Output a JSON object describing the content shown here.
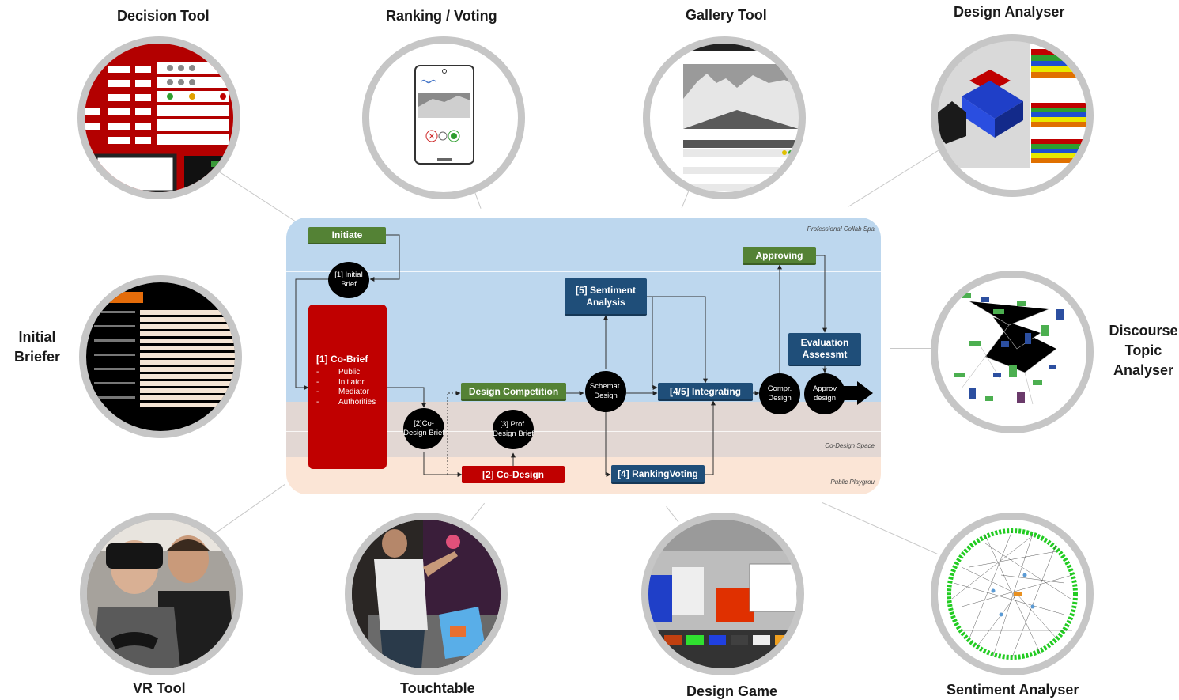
{
  "tools": {
    "decision": "Decision Tool",
    "ranking": "Ranking / Voting",
    "gallery": "Gallery Tool",
    "design_analyser": "Design Analyser",
    "initial_briefer": "Initial Briefer",
    "discourse": "Discourse Topic Analyser",
    "vr": "VR Tool",
    "touchtable": "Touchtable",
    "design_game": "Design Game",
    "sentiment_analyser": "Sentiment Analyser"
  },
  "workflow": {
    "spaces": {
      "professional": "Professional Collab Spa",
      "codesign": "Co-Design Space",
      "public": "Public Playgrou"
    },
    "initiate": "Initiate",
    "initial_brief": "[1] Initial Brief",
    "cobrief": {
      "title": "[1] Co-Brief",
      "items": [
        "Public",
        "Initiator",
        "Mediator",
        "Authorities"
      ]
    },
    "codesign_brief": "[2]Co-Design Brief",
    "design_competition": "Design Competition",
    "prof_design_brief": "[3] Prof. Design Brief",
    "codesign": "[2] Co-Design",
    "sentiment_analysis": "[5] Sentiment Analysis",
    "schemat_design": "Schemat. Design",
    "integrating": "[4/5] Integrating",
    "ranking_voting": "[4] RankingVoting",
    "compr_design": "Compr. Design",
    "approving": "Approving",
    "evaluation": "Evaluation Assessmt",
    "approv_design": "Approv design"
  },
  "colors": {
    "green": "#548235",
    "blue": "#1f4e79",
    "red": "#c00000",
    "professional_band": "#bdd7ee",
    "codesign_band": "#e2d7d3",
    "public_band": "#fbe5d6"
  }
}
